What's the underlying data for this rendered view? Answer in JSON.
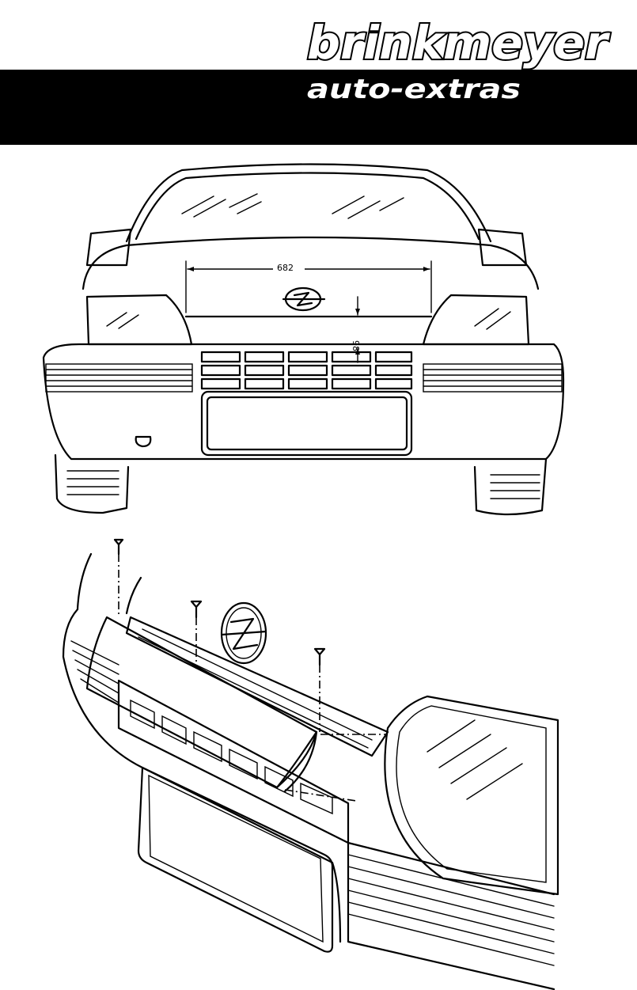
{
  "brand": {
    "name": "brinkmeyer",
    "tagline": "auto-extras"
  },
  "colors": {
    "ink": "#000000",
    "paper": "#ffffff"
  },
  "drawing": {
    "front_view": {
      "dimension_width": "682",
      "dimension_height": "98"
    }
  }
}
